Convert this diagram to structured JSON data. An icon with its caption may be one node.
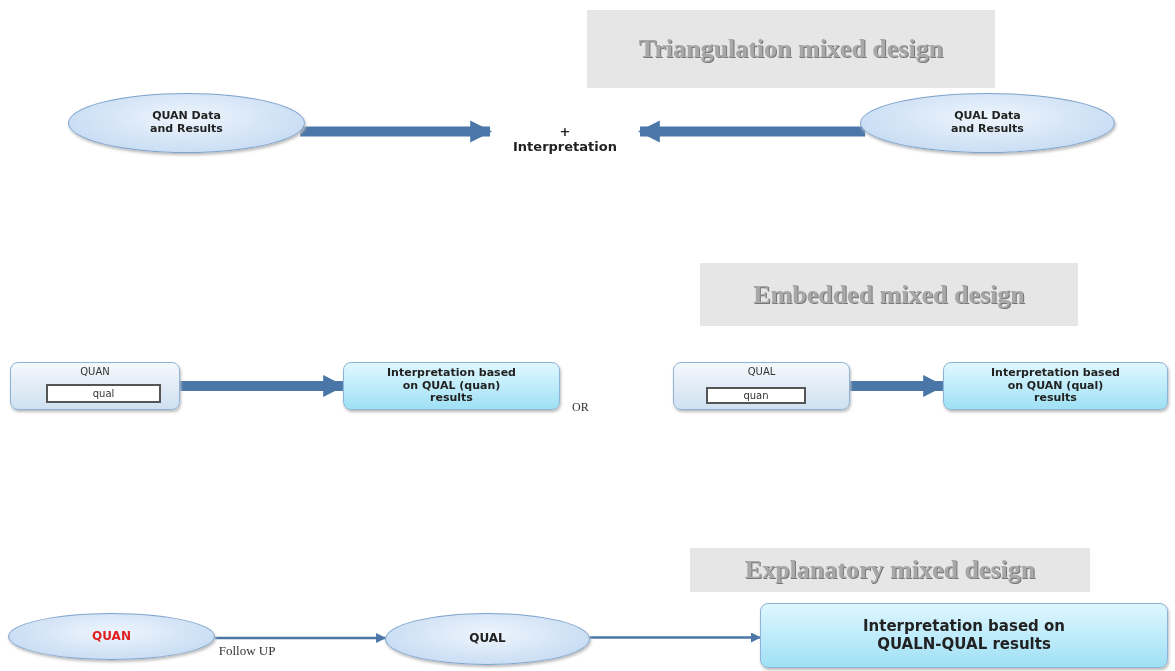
{
  "diagram": {
    "nodes": [
      {
        "text": [
          "Triangulation mixed design"
        ]
      },
      {
        "text": [
          "QUAN Data and Results"
        ]
      },
      {
        "text": [
          "+ Interpretation"
        ]
      },
      {
        "text": [
          "QUAL Data and Results"
        ]
      },
      {
        "text": [
          "Embedded mixed design"
        ]
      },
      {
        "text": [
          "QUAN"
        ]
      },
      {
        "text": [
          "qual"
        ],
        "in": 5
      },
      {
        "text": [
          "Interpretation based on QUAL (quan) results"
        ]
      },
      {
        "text": [
          "QUAL"
        ]
      },
      {
        "text": [
          "quan"
        ],
        "in": 8
      },
      {
        "text": [
          "Interpretation based on QUAN (qual) results"
        ]
      },
      {
        "text": [
          "Explanatory mixed design"
        ]
      },
      {
        "text": [
          "QUAN"
        ]
      },
      {
        "text": [
          "QUAL"
        ]
      },
      {
        "text": [
          "Interpretation based on QUALN-QUAL results"
        ]
      }
    ],
    "edges": [
      {
        "from": 1,
        "to": 2,
        "arrow": "to"
      },
      {
        "from": 3,
        "to": 2,
        "arrow": "to"
      },
      {
        "from": 5,
        "to": 7,
        "arrow": "to"
      },
      {
        "from": 8,
        "to": 10,
        "arrow": "to"
      },
      {
        "from": 12,
        "to": 13,
        "arrow": "to",
        "label": "Follow UP"
      },
      {
        "from": 13,
        "to": 14,
        "arrow": "to"
      }
    ],
    "labels": [
      "OR"
    ]
  }
}
